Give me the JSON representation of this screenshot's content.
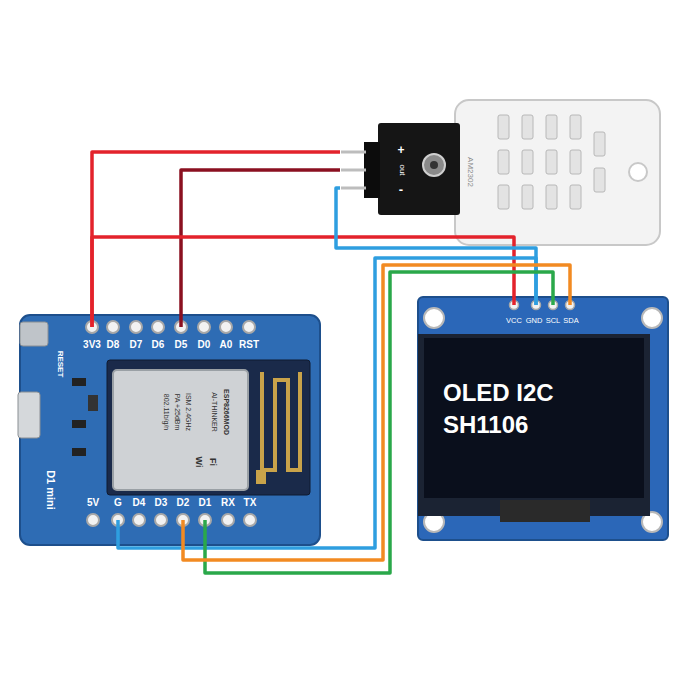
{
  "diagram": {
    "nodes": [
      {
        "text": [
          "AM2302"
        ]
      },
      {
        "text": [
          "D1 mini"
        ]
      },
      {
        "text": [
          "OLED I2C SH1106"
        ]
      }
    ],
    "edges": [
      {
        "from": 1,
        "to": 0,
        "arrow": "none"
      },
      {
        "from": 1,
        "to": 0,
        "arrow": "none"
      },
      {
        "from": 1,
        "to": 2,
        "arrow": "none"
      },
      {
        "from": 0,
        "to": 2,
        "arrow": "none"
      },
      {
        "from": 1,
        "to": 2,
        "arrow": "none"
      },
      {
        "from": 1,
        "to": 2,
        "arrow": "none"
      },
      {
        "from": 1,
        "to": 2,
        "arrow": "none"
      }
    ],
    "labels": [
      "3V3",
      "D8",
      "D7",
      "D6",
      "D5",
      "D0",
      "A0",
      "RST",
      "5V",
      "G",
      "D4",
      "D3",
      "D2",
      "D1",
      "RX",
      "TX",
      "RESET",
      "VCC",
      "GND",
      "SCL",
      "SDA",
      "+",
      "out",
      "-",
      "ESP8266MOD",
      "AI-THINKER",
      "ISM 2.4GHz",
      "PA +25dBm",
      "802.11b/g/n",
      "Wi",
      "Fi"
    ]
  }
}
